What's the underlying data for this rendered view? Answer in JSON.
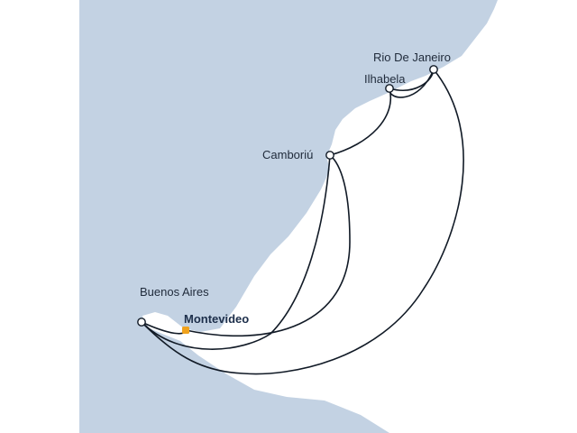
{
  "colors": {
    "sea": "#c3d2e3",
    "land": "#ffffff",
    "route": "#111a26",
    "port_marker_fill": "#ffffff",
    "embark_marker": "#f0a21c",
    "label_text": "#1f2a3a"
  },
  "ports": [
    {
      "id": "rio",
      "name": "Rio De Janeiro",
      "type": "port-of-call"
    },
    {
      "id": "ilhabela",
      "name": "Ilhabela",
      "type": "port-of-call"
    },
    {
      "id": "camboriu",
      "name": "Camboriú",
      "type": "port-of-call"
    },
    {
      "id": "buenos",
      "name": "Buenos Aires",
      "type": "port-of-call"
    },
    {
      "id": "montevideo",
      "name": "Montevideo",
      "type": "embarkation"
    }
  ],
  "route_legs": [
    {
      "from": "Montevideo",
      "to": "Camboriú"
    },
    {
      "from": "Camboriú",
      "to": "Ilhabela"
    },
    {
      "from": "Ilhabela",
      "to": "Rio De Janeiro"
    },
    {
      "from": "Rio De Janeiro",
      "to": "Buenos Aires"
    }
  ]
}
